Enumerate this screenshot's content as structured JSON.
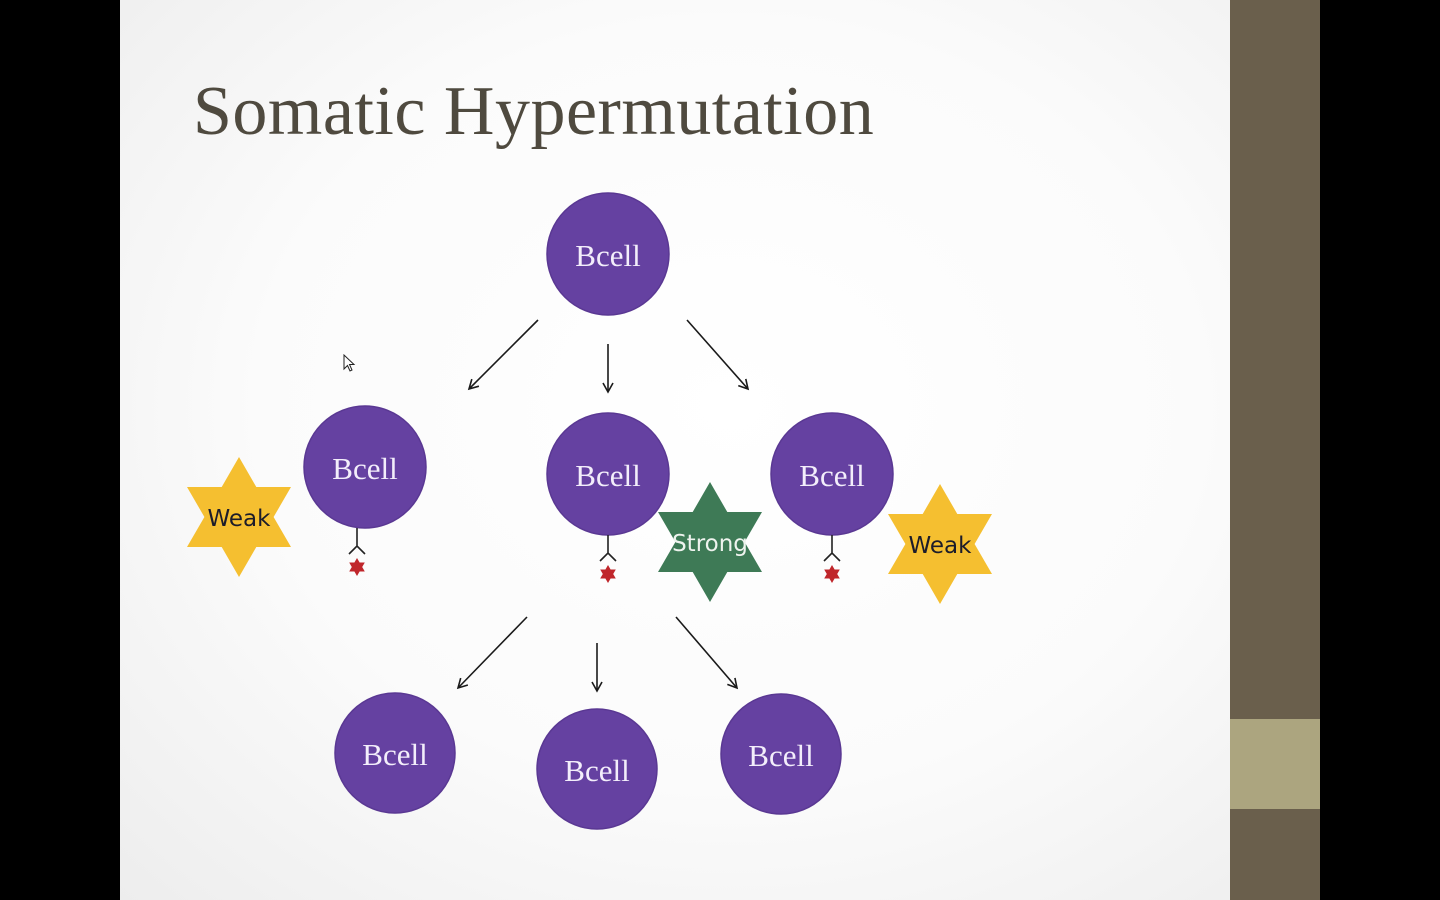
{
  "slide": {
    "title": "Somatic Hypermutation"
  },
  "colors": {
    "bcell_fill": "#6541a1",
    "weak_star": "#f5bf30",
    "strong_star": "#3e7a56",
    "antigen": "#c0262b",
    "title": "#4f4a3f",
    "sidebar": "#6a5f4c",
    "sidebar_band": "#aca57f"
  },
  "diagram": {
    "parent": {
      "label": "Bcell"
    },
    "generation2": [
      {
        "label": "Bcell",
        "affinity": "Weak"
      },
      {
        "label": "Bcell",
        "affinity": "Strong"
      },
      {
        "label": "Bcell",
        "affinity": "Weak"
      }
    ],
    "generation3": [
      {
        "label": "Bcell"
      },
      {
        "label": "Bcell"
      },
      {
        "label": "Bcell"
      }
    ]
  }
}
